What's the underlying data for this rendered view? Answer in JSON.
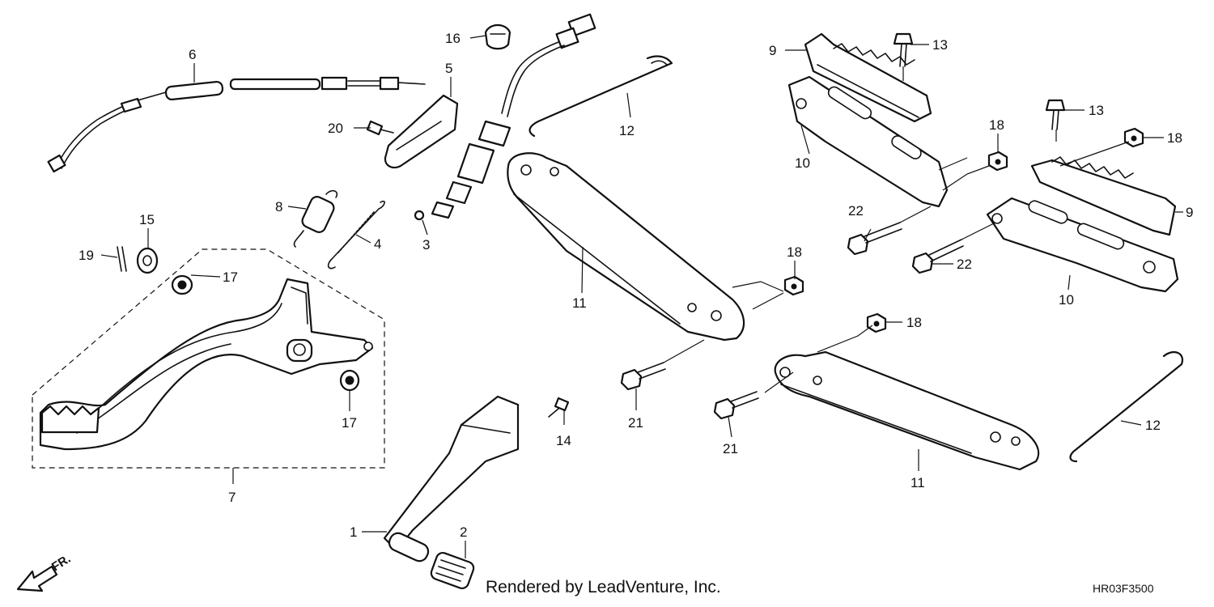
{
  "callouts": {
    "c1": "1",
    "c2": "2",
    "c3": "3",
    "c4": "4",
    "c5": "5",
    "c6": "6",
    "c7": "7",
    "c8": "8",
    "c9a": "9",
    "c9b": "9",
    "c10a": "10",
    "c10b": "10",
    "c11a": "11",
    "c11b": "11",
    "c12a": "12",
    "c12b": "12",
    "c13a": "13",
    "c13b": "13",
    "c14": "14",
    "c15": "15",
    "c16": "16",
    "c17a": "17",
    "c17b": "17",
    "c18a": "18",
    "c18b": "18",
    "c18c": "18",
    "c18d": "18",
    "c19": "19",
    "c20": "20",
    "c21a": "21",
    "c21b": "21",
    "c22a": "22",
    "c22b": "22"
  },
  "direction_label": "FR.",
  "credit": "Rendered by LeadVenture, Inc.",
  "drawing_code": "HR03F3500"
}
